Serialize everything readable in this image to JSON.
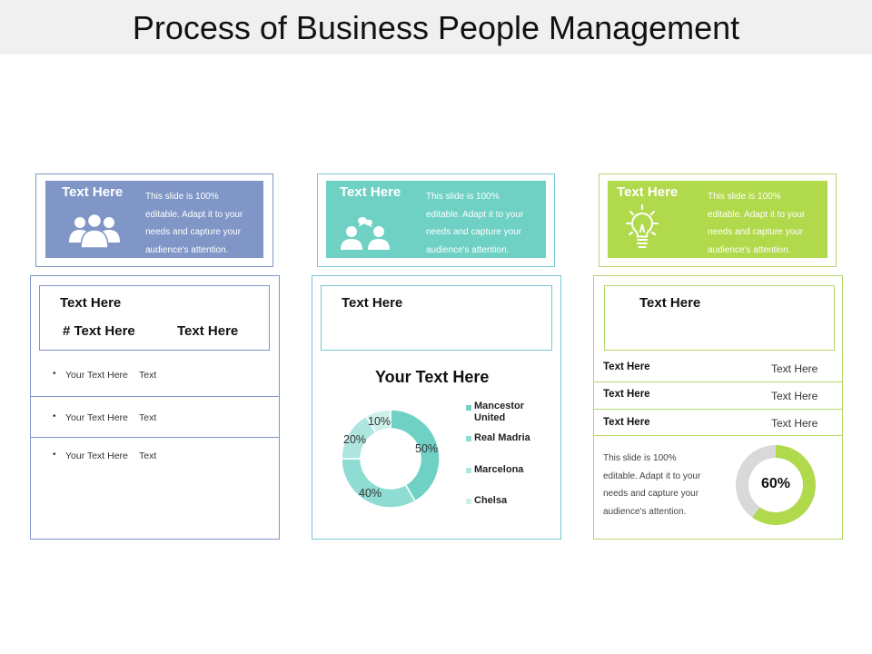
{
  "title": "Process of Business People Management",
  "colors": {
    "blue": "#7f96c6",
    "teal": "#6fd0c4",
    "green": "#b1d94c",
    "blue_border": "#7f96c6",
    "teal_border": "#76c9d6",
    "green_border": "#b5d76a"
  },
  "cards": [
    {
      "heading": "Text Here",
      "icon": "people-group-icon",
      "desc_lines": [
        "This slide is 100%",
        "editable.  Adapt it to your",
        "needs and capture your",
        "audience's attention."
      ]
    },
    {
      "heading": "Text Here",
      "icon": "chat-people-icon",
      "desc_lines": [
        "This slide is 100%",
        "editable.  Adapt it to your",
        "needs and capture your",
        "audience's attention."
      ]
    },
    {
      "heading": "Text Here",
      "icon": "lightbulb-icon",
      "desc_lines": [
        "This slide is 100%",
        "editable.  Adapt it to your",
        "needs and capture your",
        "audience's attention."
      ]
    }
  ],
  "col1": {
    "box_title": "Text Here",
    "box_left": "# Text Here",
    "box_right": "Text Here",
    "bullets": [
      {
        "label": "Your Text Here",
        "value": "Text"
      },
      {
        "label": "Your Text Here",
        "value": "Text"
      },
      {
        "label": "Your Text Here",
        "value": "Text"
      }
    ]
  },
  "col2": {
    "box_title": "Text Here",
    "chart_title": "Your Text Here"
  },
  "chart_data": {
    "type": "pie",
    "title": "Your Text Here",
    "categories": [
      "Mancestor United",
      "Real Madria",
      "Marcelona",
      "Chelsa"
    ],
    "values": [
      50,
      40,
      20,
      10
    ],
    "labels": [
      "50%",
      "40%",
      "20%",
      "10%"
    ],
    "colors": [
      "#6fd0c4",
      "#8edcd2",
      "#aee6df",
      "#cdf0eb"
    ],
    "legend": "right"
  },
  "col3": {
    "box_title": "Text Here",
    "rows": [
      {
        "left": "Text Here",
        "right": "Text Here"
      },
      {
        "left": "Text Here",
        "right": "Text Here"
      },
      {
        "left": "Text Here",
        "right": "Text Here"
      }
    ],
    "desc_lines": [
      "This slide is 100%",
      "editable.  Adapt it to your",
      "needs and capture your",
      "audience's attention."
    ],
    "gauge_value": 60,
    "gauge_label": "60%",
    "gauge_color": "#b1d94c",
    "gauge_track": "#d9d9d9"
  }
}
